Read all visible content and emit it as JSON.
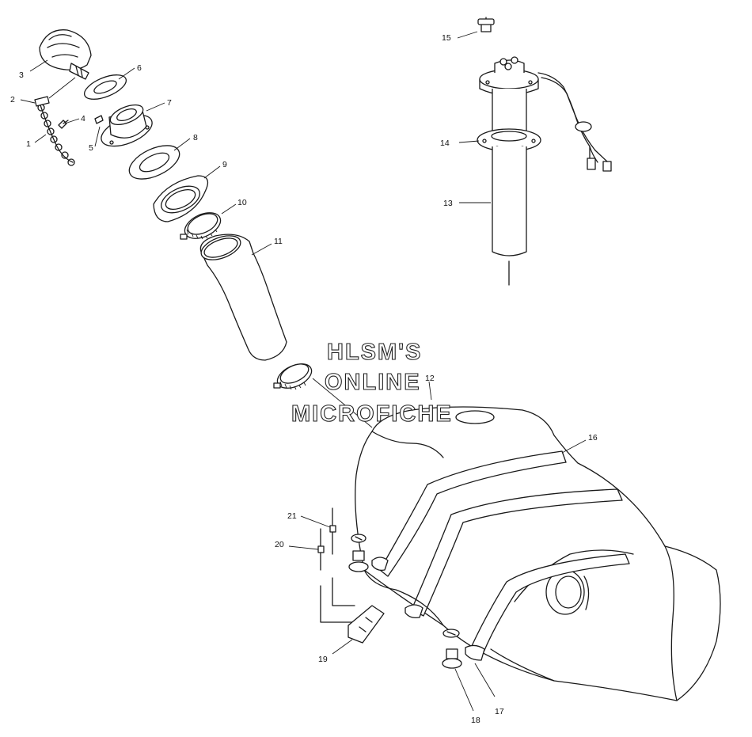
{
  "diagram": {
    "callouts": [
      {
        "id": "1",
        "label": "1"
      },
      {
        "id": "2",
        "label": "2"
      },
      {
        "id": "3",
        "label": "3"
      },
      {
        "id": "4",
        "label": "4"
      },
      {
        "id": "5",
        "label": "5"
      },
      {
        "id": "6",
        "label": "6"
      },
      {
        "id": "7",
        "label": "7"
      },
      {
        "id": "8",
        "label": "8"
      },
      {
        "id": "9",
        "label": "9"
      },
      {
        "id": "10",
        "label": "10"
      },
      {
        "id": "11",
        "label": "11"
      },
      {
        "id": "12",
        "label": "12"
      },
      {
        "id": "13",
        "label": "13"
      },
      {
        "id": "14",
        "label": "14"
      },
      {
        "id": "15",
        "label": "15"
      },
      {
        "id": "16",
        "label": "16"
      },
      {
        "id": "17",
        "label": "17"
      },
      {
        "id": "18",
        "label": "18"
      },
      {
        "id": "19",
        "label": "19"
      },
      {
        "id": "20",
        "label": "20"
      },
      {
        "id": "21",
        "label": "21"
      }
    ]
  },
  "watermark": {
    "line1": "HLSM'S",
    "line2": "ONLINE",
    "line3": "MICROFICHE"
  }
}
